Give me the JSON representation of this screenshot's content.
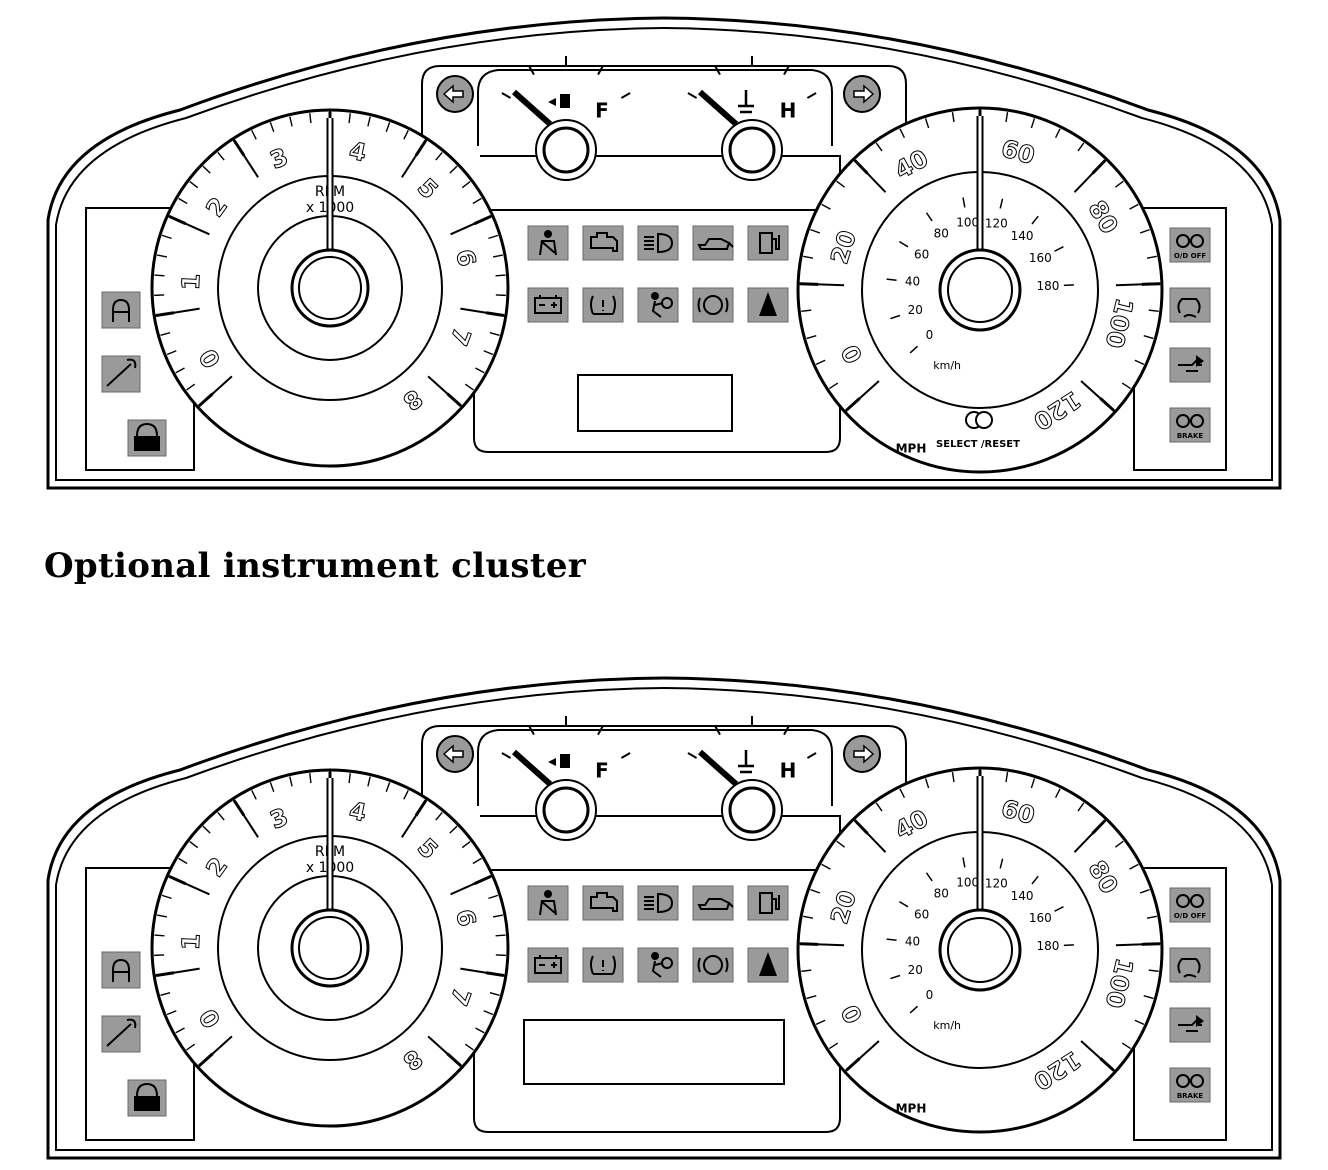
{
  "caption": "Optional instrument cluster",
  "tachometer": {
    "labels": [
      "0",
      "1",
      "2",
      "3",
      "4",
      "5",
      "6",
      "7",
      "8"
    ],
    "unit_line1": "RPM",
    "unit_line2": "x 1000",
    "needle_value": 4
  },
  "speedometer": {
    "mph_labels": [
      "0",
      "20",
      "40",
      "60",
      "80",
      "100",
      "120"
    ],
    "kmh_labels": [
      "0",
      "20",
      "40",
      "60",
      "80",
      "100",
      "120",
      "140",
      "160",
      "180"
    ],
    "mph_unit": "MPH",
    "kmh_unit": "km/h",
    "needle_value": 60
  },
  "fuel_gauge": {
    "full_label": "F",
    "icon": "fuel-pump-icon"
  },
  "temp_gauge": {
    "hot_label": "H",
    "icon": "coolant-temp-icon"
  },
  "turn_signals": {
    "left": "left-arrow-icon",
    "right": "right-arrow-icon"
  },
  "select_reset_label": "SELECT /RESET",
  "warning_lights_row1": [
    "seatbelt-icon",
    "check-engine-icon",
    "high-beam-icon",
    "oil-pressure-icon",
    "low-fuel-icon"
  ],
  "warning_lights_row2": [
    "battery-icon",
    "tire-pressure-icon",
    "airbag-icon",
    "brake-icon",
    "door-ajar-icon"
  ],
  "left_indicators": [
    "cruise-control-icon",
    "service-wrench-icon",
    "security-lock-icon"
  ],
  "right_indicators": [
    "overdrive-off-icon",
    "traction-control-icon",
    "four-wheel-drive-icon",
    "brake-warning-icon"
  ],
  "right_indicator_text": [
    "O/D OFF",
    "",
    "",
    "BRAKE"
  ]
}
